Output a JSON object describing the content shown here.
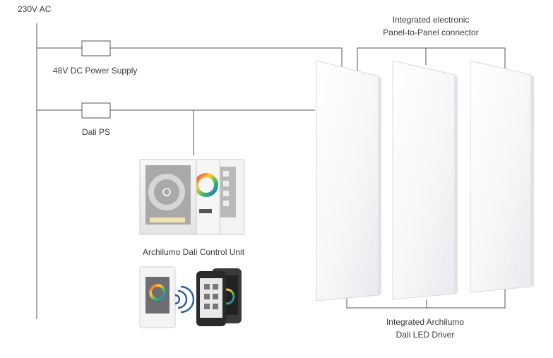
{
  "labels": {
    "mains": "230V AC",
    "power_supply": "48V DC Power Supply",
    "dali_ps": "Dali PS",
    "control_unit": "Archilumo Dali Control Unit",
    "connector_line1": "Integrated electronic",
    "connector_line2": "Panel-to-Panel connector",
    "driver_line1": "Integrated Archilumo",
    "driver_line2": "Dali LED Driver"
  },
  "colors": {
    "wire": "#555555",
    "panel": "#f7f7f9",
    "panel_edge": "#d8d8dc",
    "device_frame": "#f2f2f2",
    "device_grey": "#a9a9aa",
    "phone": "#2a2a2a"
  },
  "icons": {
    "wireless": "wifi-signal-icon"
  }
}
